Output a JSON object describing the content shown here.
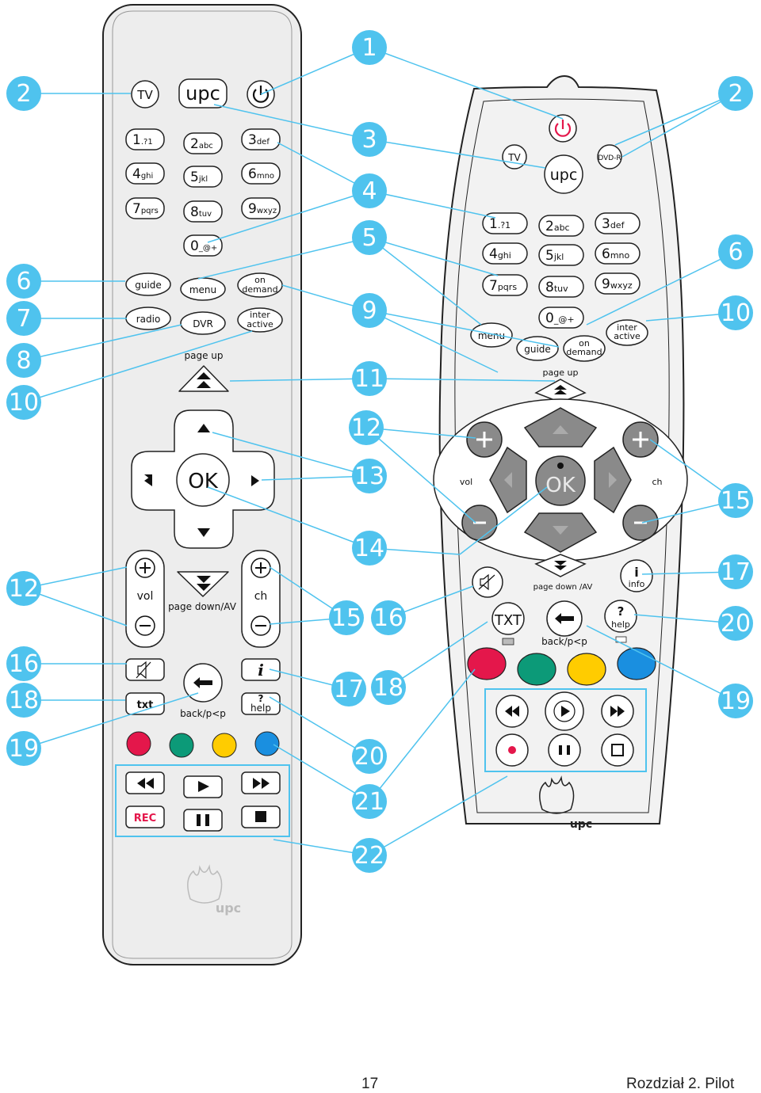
{
  "left_remote": {
    "tv": "TV",
    "upc": "upc",
    "keys": [
      {
        "d": "1",
        "s": ".?1"
      },
      {
        "d": "2",
        "s": "abc"
      },
      {
        "d": "3",
        "s": "def"
      },
      {
        "d": "4",
        "s": "ghi"
      },
      {
        "d": "5",
        "s": "jkl"
      },
      {
        "d": "6",
        "s": "mno"
      },
      {
        "d": "7",
        "s": "pqrs"
      },
      {
        "d": "8",
        "s": "tuv"
      },
      {
        "d": "9",
        "s": "wxyz"
      },
      {
        "d": "0",
        "s": "_@+"
      }
    ],
    "guide": "guide",
    "menu": "menu",
    "on_demand_1": "on",
    "on_demand_2": "demand",
    "radio": "radio",
    "dvr": "DVR",
    "inter_1": "inter",
    "inter_2": "active",
    "page_up": "page up",
    "ok": "OK",
    "vol": "vol",
    "ch": "ch",
    "page_down": "page down/AV",
    "txt": "txt",
    "back": "back/p<p",
    "help": "help",
    "rec": "REC",
    "logo": "upc"
  },
  "right_remote": {
    "tv": "TV",
    "dvr_r": "DVD-R",
    "upc": "upc",
    "keys": [
      {
        "d": "1",
        "s": ".?1"
      },
      {
        "d": "2",
        "s": "abc"
      },
      {
        "d": "3",
        "s": "def"
      },
      {
        "d": "4",
        "s": "ghi"
      },
      {
        "d": "5",
        "s": "jkl"
      },
      {
        "d": "6",
        "s": "mno"
      },
      {
        "d": "7",
        "s": "pqrs"
      },
      {
        "d": "8",
        "s": "tuv"
      },
      {
        "d": "9",
        "s": "wxyz"
      },
      {
        "d": "0",
        "s": "_@+"
      }
    ],
    "menu": "menu",
    "guide": "guide",
    "on_1": "on",
    "on_2": "demand",
    "inter_1": "inter",
    "inter_2": "active",
    "page_up": "page up",
    "ok": "OK",
    "vol": "vol",
    "ch": "ch",
    "page_down": "page down /AV",
    "info": "info",
    "txt": "TXT",
    "help": "help",
    "back": "back/p<p",
    "logo": "upc"
  },
  "callouts": [
    "1",
    "2",
    "2",
    "3",
    "4",
    "5",
    "6",
    "6",
    "7",
    "8",
    "9",
    "10",
    "10",
    "11",
    "12",
    "12",
    "13",
    "14",
    "15",
    "15",
    "16",
    "16",
    "17",
    "17",
    "18",
    "18",
    "19",
    "19",
    "20",
    "20",
    "21",
    "22"
  ],
  "colors": {
    "accent": "#4fc3ee",
    "red": "#e4174b",
    "green": "#0c9a78",
    "yellow": "#ffcc00",
    "blue": "#1a8fe0"
  },
  "footer": {
    "page": "17",
    "section": "Rozdział 2. Pilot"
  }
}
